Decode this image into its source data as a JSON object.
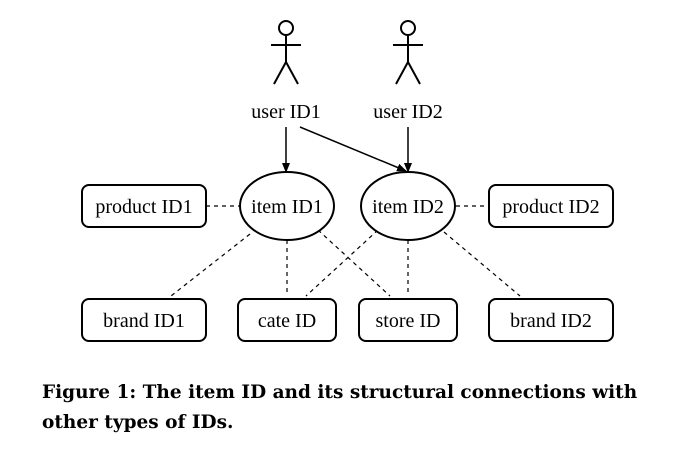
{
  "diagram": {
    "users": [
      {
        "id": "user1",
        "label": "user ID1"
      },
      {
        "id": "user2",
        "label": "user ID2"
      }
    ],
    "items": [
      {
        "id": "item1",
        "label": "item ID1"
      },
      {
        "id": "item2",
        "label": "item ID2"
      }
    ],
    "products": [
      {
        "id": "product1",
        "label": "product ID1"
      },
      {
        "id": "product2",
        "label": "product ID2"
      }
    ],
    "attributes": [
      {
        "id": "brand1",
        "label": "brand ID1"
      },
      {
        "id": "cate",
        "label": "cate ID"
      },
      {
        "id": "store",
        "label": "store ID"
      },
      {
        "id": "brand2",
        "label": "brand ID2"
      }
    ]
  },
  "caption": {
    "line1": "Figure 1: The item ID and its structural connections with",
    "line2": "other types of IDs."
  }
}
